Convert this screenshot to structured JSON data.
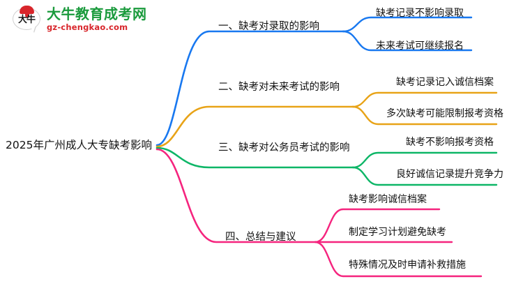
{
  "logo": {
    "mark_glyphs": "大牛",
    "title": "大牛教育成考网",
    "subtitle": "gz-chengkao.com",
    "title_color": "#1a9a3c",
    "subtitle_color": "#d8262b",
    "accent_color": "#d8262b"
  },
  "mindmap": {
    "root": {
      "label": "2025年广州成人大专缺考影响"
    },
    "branches": [
      {
        "label": "一、缺考对录取的影响",
        "color": "#1878F0",
        "children": [
          {
            "label": "缺考记录不影响录取"
          },
          {
            "label": "未来考试可继续报名"
          }
        ]
      },
      {
        "label": "二、缺考对未来考试的影响",
        "color": "#E8A317",
        "children": [
          {
            "label": "缺考记录记入诚信档案"
          },
          {
            "label": "多次缺考可能限制报考资格"
          }
        ]
      },
      {
        "label": "三、缺考对公务员考试的影响",
        "color": "#0DB667",
        "children": [
          {
            "label": "缺考不影响报考资格"
          },
          {
            "label": "良好诚信记录提升竞争力"
          }
        ]
      },
      {
        "label": "四、总结与建议",
        "color": "#F5247E",
        "children": [
          {
            "label": "缺考影响诚信档案"
          },
          {
            "label": "制定学习计划避免缺考"
          },
          {
            "label": "特殊情况及时申请补救措施"
          }
        ]
      }
    ]
  }
}
